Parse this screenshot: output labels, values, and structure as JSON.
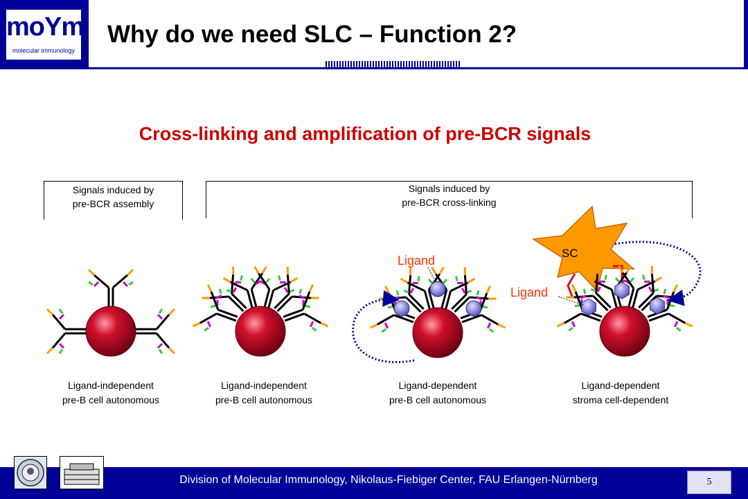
{
  "header": {
    "logo_text": "moYm",
    "logo_subtext": "molecular immunology",
    "title": "Why do we need SLC – Function 2?"
  },
  "subtitle": "Cross-linking and amplification of pre-BCR signals",
  "groups": {
    "assembly": {
      "line1": "Signals induced by",
      "line2": "pre-BCR assembly"
    },
    "crosslinking": {
      "line1": "Signals induced by",
      "line2": "pre-BCR cross-linking"
    }
  },
  "cells": [
    {
      "line1": "Ligand-independent",
      "line2": "pre-B cell autonomous"
    },
    {
      "line1": "Ligand-independent",
      "line2": "pre-B cell autonomous"
    },
    {
      "line1": "Ligand-dependent",
      "line2": "pre-B cell autonomous"
    },
    {
      "line1": "Ligand-dependent",
      "line2": "stroma cell-dependent"
    }
  ],
  "labels": {
    "ligand_cell3": "Ligand",
    "ligand_cell4": "Ligand",
    "stroma_cell": "SC"
  },
  "colors": {
    "brand": "#000099",
    "title_red": "#cc0000",
    "ligand_label": "#ff3300",
    "cell_body": "#b00020",
    "stroma": "#ff9900",
    "ligand_fill": "#7777dd",
    "arrow": "#000099",
    "antibody_orange": "#ff9900",
    "antibody_magenta": "#cc00cc",
    "antibody_green": "#33cc33"
  },
  "footer": {
    "text": "Division of Molecular Immunology, Nikolaus-Fiebiger Center, FAU Erlangen-Nürnberg",
    "page": "5"
  }
}
